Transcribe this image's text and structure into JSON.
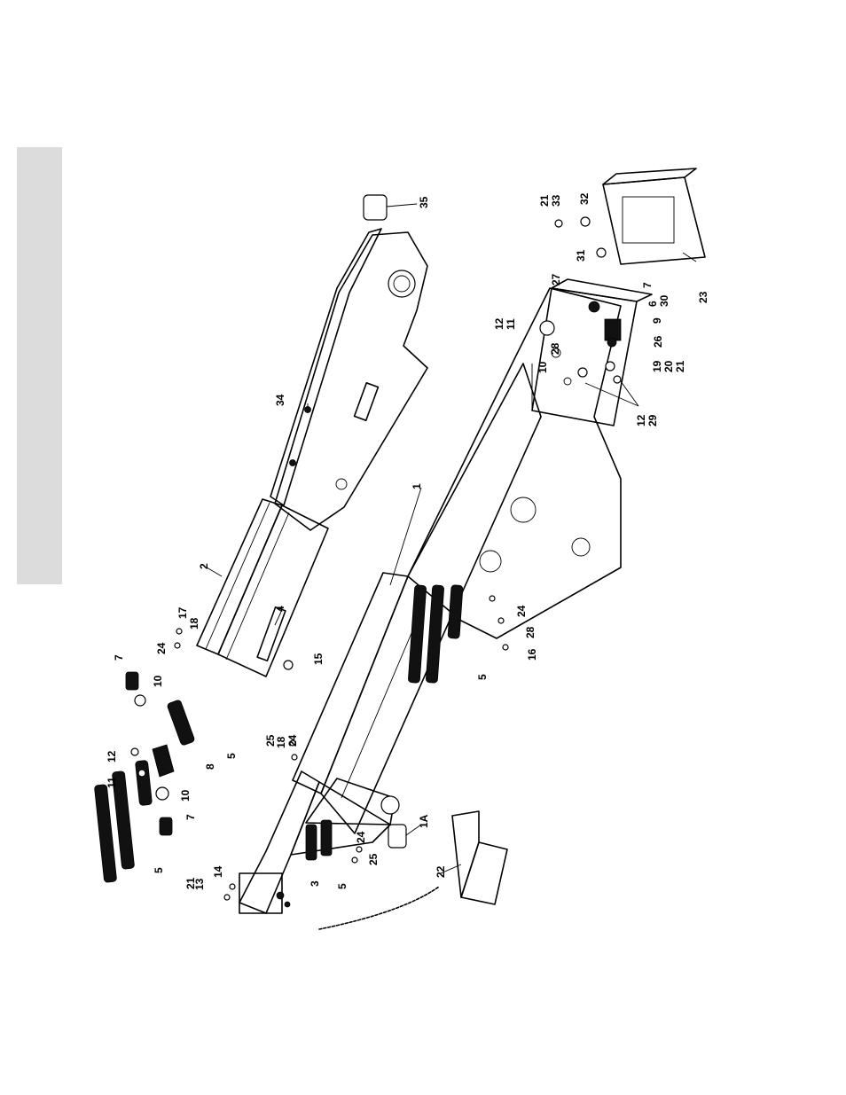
{
  "figure": {
    "type": "exploded-parts-diagram",
    "background": "#ffffff",
    "side_tab_color": "#dcdcdc",
    "callouts": [
      {
        "id": "c-1",
        "text": "1"
      },
      {
        "id": "c-1a",
        "text": "1A"
      },
      {
        "id": "c-2",
        "text": "2"
      },
      {
        "id": "c-3",
        "text": "3"
      },
      {
        "id": "c-4",
        "text": "4"
      },
      {
        "id": "c-5a",
        "text": "5"
      },
      {
        "id": "c-5b",
        "text": "5"
      },
      {
        "id": "c-5c",
        "text": "5"
      },
      {
        "id": "c-5d",
        "text": "5"
      },
      {
        "id": "c-6",
        "text": "6"
      },
      {
        "id": "c-7a",
        "text": "7"
      },
      {
        "id": "c-7b",
        "text": "7"
      },
      {
        "id": "c-7c",
        "text": "7"
      },
      {
        "id": "c-8",
        "text": "8"
      },
      {
        "id": "c-9",
        "text": "9"
      },
      {
        "id": "c-10a",
        "text": "10"
      },
      {
        "id": "c-10b",
        "text": "10"
      },
      {
        "id": "c-10c",
        "text": "10"
      },
      {
        "id": "c-11a",
        "text": "11"
      },
      {
        "id": "c-11b",
        "text": "11"
      },
      {
        "id": "c-12a",
        "text": "12"
      },
      {
        "id": "c-12b",
        "text": "12"
      },
      {
        "id": "c-12c",
        "text": "12"
      },
      {
        "id": "c-13",
        "text": "13"
      },
      {
        "id": "c-14",
        "text": "14"
      },
      {
        "id": "c-15",
        "text": "15"
      },
      {
        "id": "c-16",
        "text": "16"
      },
      {
        "id": "c-17",
        "text": "17"
      },
      {
        "id": "c-18a",
        "text": "18"
      },
      {
        "id": "c-18b",
        "text": "18"
      },
      {
        "id": "c-19",
        "text": "19"
      },
      {
        "id": "c-20",
        "text": "20"
      },
      {
        "id": "c-21a",
        "text": "21"
      },
      {
        "id": "c-21b",
        "text": "21"
      },
      {
        "id": "c-21c",
        "text": "21"
      },
      {
        "id": "c-22",
        "text": "22"
      },
      {
        "id": "c-23",
        "text": "23"
      },
      {
        "id": "c-24a",
        "text": "24"
      },
      {
        "id": "c-24b",
        "text": "24"
      },
      {
        "id": "c-24c",
        "text": "24"
      },
      {
        "id": "c-24d",
        "text": "24"
      },
      {
        "id": "c-25a",
        "text": "25"
      },
      {
        "id": "c-25b",
        "text": "25"
      },
      {
        "id": "c-26",
        "text": "26"
      },
      {
        "id": "c-27",
        "text": "27"
      },
      {
        "id": "c-28a",
        "text": "28"
      },
      {
        "id": "c-28b",
        "text": "28"
      },
      {
        "id": "c-29",
        "text": "29"
      },
      {
        "id": "c-30",
        "text": "30"
      },
      {
        "id": "c-31",
        "text": "31"
      },
      {
        "id": "c-32",
        "text": "32"
      },
      {
        "id": "c-33",
        "text": "33"
      },
      {
        "id": "c-34",
        "text": "34"
      },
      {
        "id": "c-35",
        "text": "35"
      }
    ]
  }
}
